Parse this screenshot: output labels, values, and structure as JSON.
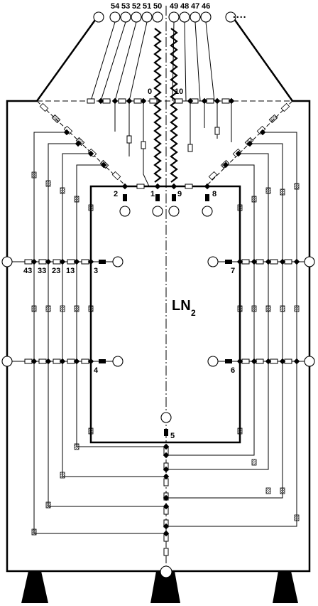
{
  "vessel_label": {
    "main": "LN",
    "subscript": "2"
  },
  "top_connectors": [
    "54",
    "53",
    "52",
    "51",
    "50",
    "49",
    "48",
    "47",
    "46"
  ],
  "connector_ellipsis": "....",
  "inner_labels": {
    "n0": "0",
    "n10": "10",
    "n1": "1",
    "n2": "2",
    "n3": "3",
    "n4": "4",
    "n5": "5",
    "n6": "6",
    "n7": "7",
    "n8": "8",
    "n9": "9"
  },
  "side_labels": [
    "43",
    "33",
    "23",
    "13"
  ]
}
